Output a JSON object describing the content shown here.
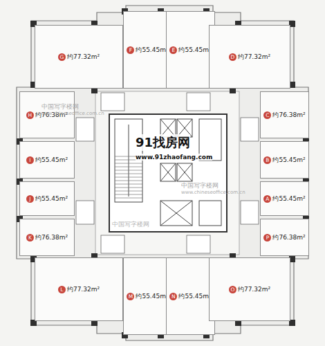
{
  "diagram": {
    "nodes": [
      {
        "text": [
          "G",
          "约77.32m²"
        ]
      },
      {
        "text": [
          "F",
          "约55.45m²"
        ]
      },
      {
        "text": [
          "E",
          "约55.45m²"
        ]
      },
      {
        "text": [
          "D",
          "约77.32m²"
        ]
      },
      {
        "text": [
          "H",
          "约76.38m²"
        ]
      },
      {
        "text": [
          "C",
          "约76.38m²"
        ]
      },
      {
        "text": [
          "I",
          "约55.45m²"
        ]
      },
      {
        "text": [
          "B",
          "约55.45m²"
        ]
      },
      {
        "text": [
          "J",
          "约55.45m²"
        ]
      },
      {
        "text": [
          "A",
          "约55.45m²"
        ]
      },
      {
        "text": [
          "K",
          "约76.38m²"
        ]
      },
      {
        "text": [
          "P",
          "约76.38m²"
        ]
      },
      {
        "text": [
          "L",
          "约77.32m²"
        ]
      },
      {
        "text": [
          "M",
          "约55.45m²"
        ]
      },
      {
        "text": [
          "N",
          "约55.45m²"
        ]
      },
      {
        "text": [
          "O",
          "约77.32m²"
        ]
      }
    ],
    "labels": [
      "91找房网",
      "www.91zhaofang.com",
      "中国写字楼网",
      "www.chineseoffice.com.cn",
      "中国写字楼网",
      "www.chineseoffice.com.cn",
      "中国写字楼网"
    ]
  }
}
